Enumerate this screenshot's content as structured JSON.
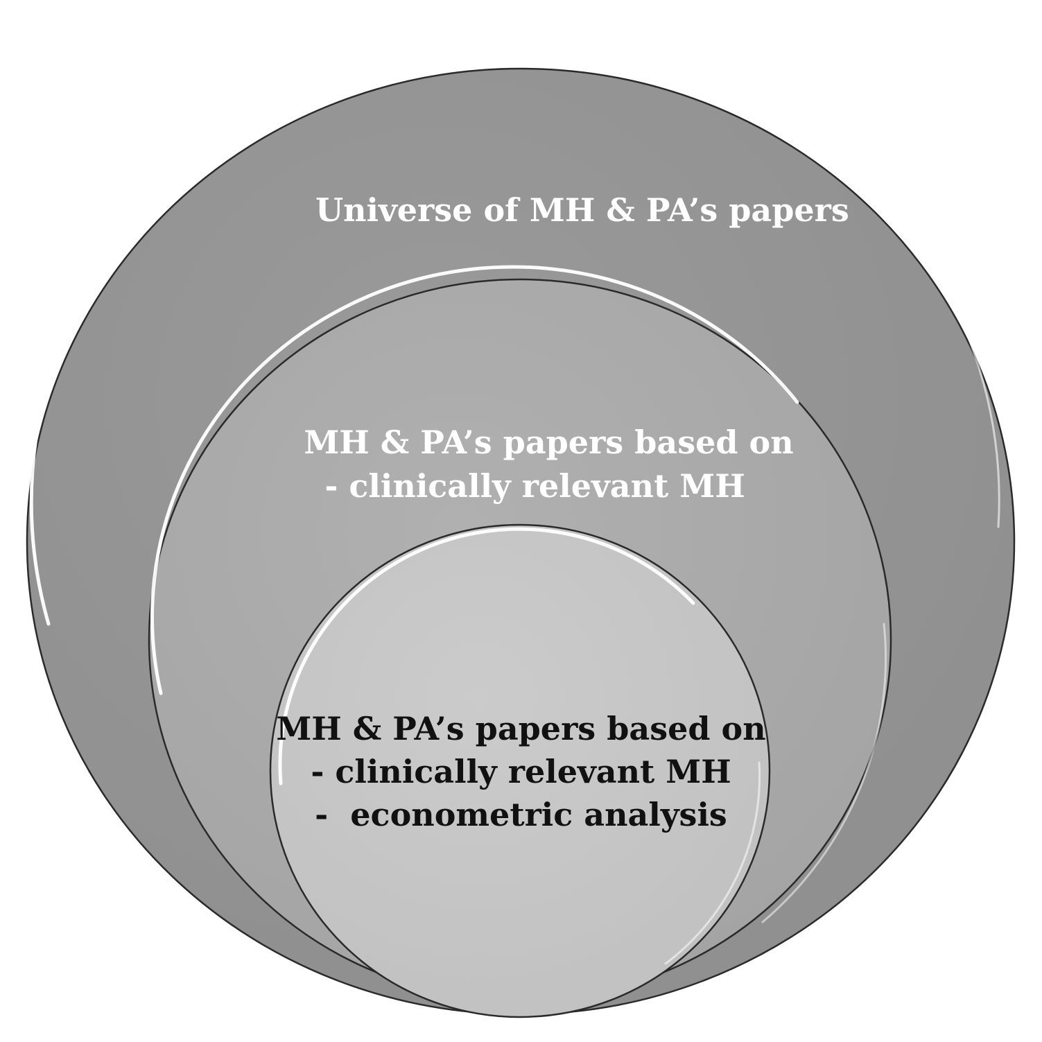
{
  "colors": {
    "outer_fill": "#939393",
    "middle_fill": "#a9a9a9",
    "inner_fill": "#c6c6c6",
    "outline": "#2a2a2a",
    "highlight": "#ffffff",
    "light_text": "#ffffff",
    "dark_text": "#111111"
  },
  "circles": {
    "outer": {
      "label": "Universe of MH & PA’s papers"
    },
    "middle": {
      "label_line1": "MH & PA’s papers based on",
      "label_line2": "- clinically relevant MH"
    },
    "inner": {
      "label_line1": "MH & PA’s papers based on",
      "label_line2": "- clinically relevant MH",
      "label_line3": "-  econometric analysis"
    }
  }
}
